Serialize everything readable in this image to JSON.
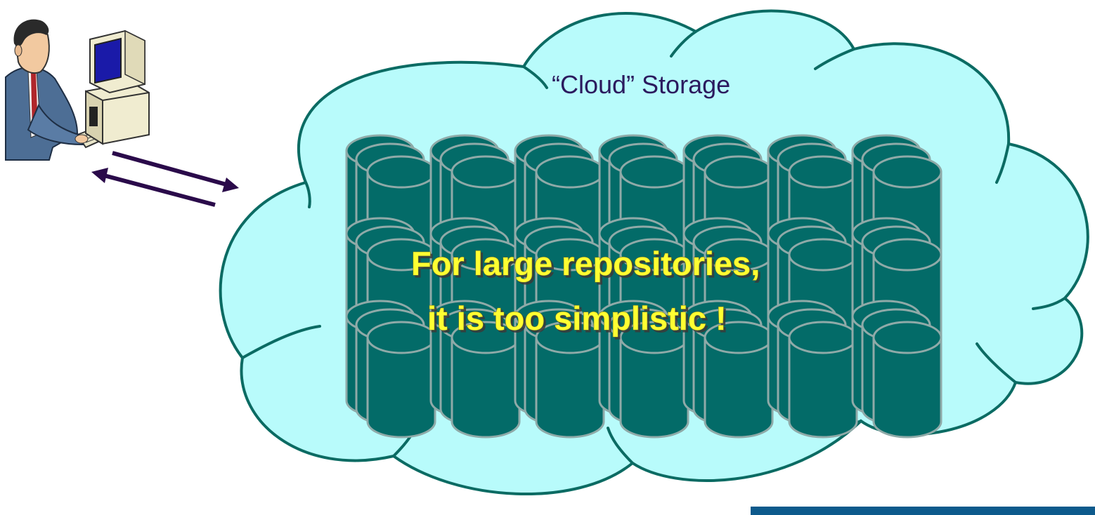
{
  "cloud": {
    "title": "“Cloud” Storage"
  },
  "message": {
    "line1": "For large repositories,",
    "line2": "it is too simplistic !"
  },
  "storage": {
    "columns": 7,
    "rows": 3,
    "disks_per_stack": 3
  },
  "colors": {
    "cloud_fill": "#b8fbfb",
    "cloud_stroke": "#0b6b63",
    "disk_fill": "#036b68",
    "disk_stroke": "#8faaa8",
    "arrow": "#2a0a4a",
    "headline": "#ffff33",
    "footer_bar": "#0d5a8c"
  }
}
